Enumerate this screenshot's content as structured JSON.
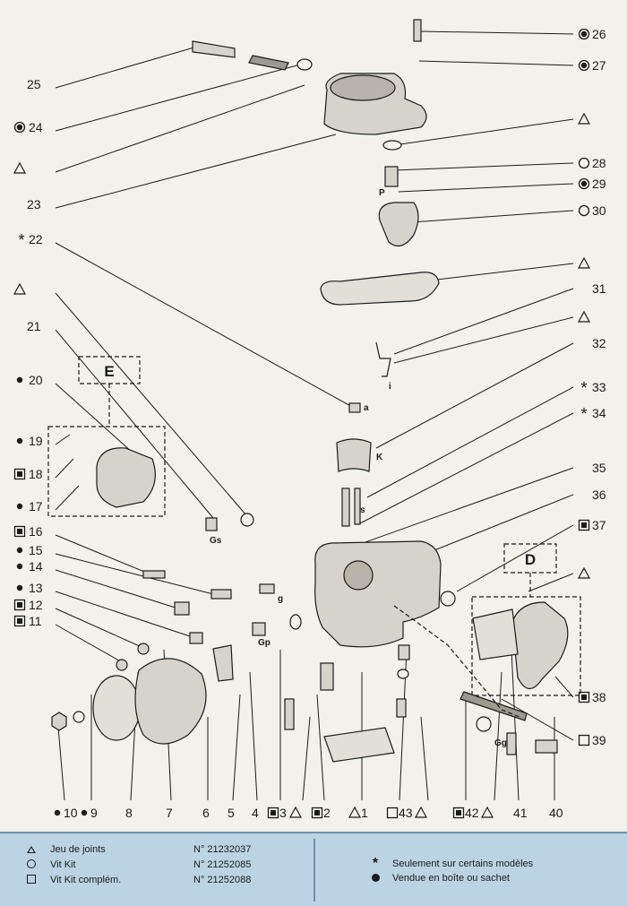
{
  "parts": [
    {
      "num": "26",
      "mark": "dotcircle",
      "side": "right"
    },
    {
      "num": "27",
      "mark": "dotcircle",
      "side": "right"
    },
    {
      "num": "",
      "mark": "triangle",
      "side": "right"
    },
    {
      "num": "28",
      "mark": "circle",
      "side": "right"
    },
    {
      "num": "29",
      "mark": "dotcircle",
      "side": "right"
    },
    {
      "num": "30",
      "mark": "circle",
      "side": "right"
    },
    {
      "num": "",
      "mark": "triangle",
      "side": "right"
    },
    {
      "num": "31",
      "mark": "",
      "side": "right"
    },
    {
      "num": "",
      "mark": "triangle",
      "side": "right"
    },
    {
      "num": "32",
      "mark": "",
      "side": "right"
    },
    {
      "num": "33",
      "mark": "star",
      "side": "right"
    },
    {
      "num": "34",
      "mark": "star",
      "side": "right"
    },
    {
      "num": "35",
      "mark": "",
      "side": "right"
    },
    {
      "num": "36",
      "mark": "",
      "side": "right"
    },
    {
      "num": "37",
      "mark": "dotsquare",
      "side": "right"
    },
    {
      "num": "",
      "mark": "triangle",
      "side": "right"
    },
    {
      "num": "38",
      "mark": "dotsquare",
      "side": "right"
    },
    {
      "num": "39",
      "mark": "square",
      "side": "right"
    },
    {
      "num": "25",
      "mark": "",
      "side": "left"
    },
    {
      "num": "24",
      "mark": "dotcircle",
      "side": "left"
    },
    {
      "num": "",
      "mark": "triangle",
      "side": "left"
    },
    {
      "num": "23",
      "mark": "",
      "side": "left"
    },
    {
      "num": "22",
      "mark": "star",
      "side": "left"
    },
    {
      "num": "",
      "mark": "triangle",
      "side": "left"
    },
    {
      "num": "21",
      "mark": "",
      "side": "left"
    },
    {
      "num": "20",
      "mark": "dot",
      "side": "left"
    },
    {
      "num": "19",
      "mark": "dot",
      "side": "left"
    },
    {
      "num": "18",
      "mark": "dotsquare",
      "side": "left"
    },
    {
      "num": "17",
      "mark": "dot",
      "side": "left"
    },
    {
      "num": "16",
      "mark": "dotsquare",
      "side": "left"
    },
    {
      "num": "15",
      "mark": "dot",
      "side": "left"
    },
    {
      "num": "14",
      "mark": "dot",
      "side": "left"
    },
    {
      "num": "13",
      "mark": "dot",
      "side": "left"
    },
    {
      "num": "12",
      "mark": "dotsquare",
      "side": "left"
    },
    {
      "num": "11",
      "mark": "dotsquare",
      "side": "left"
    }
  ],
  "bottom_labels": [
    {
      "num": "10",
      "mark": "dot"
    },
    {
      "num": "9",
      "mark": "dot"
    },
    {
      "num": "8",
      "mark": ""
    },
    {
      "num": "7",
      "mark": ""
    },
    {
      "num": "6",
      "mark": ""
    },
    {
      "num": "5",
      "mark": ""
    },
    {
      "num": "4",
      "mark": ""
    },
    {
      "num": "3",
      "mark": "dotsquare"
    },
    {
      "num": "",
      "mark": "triangle"
    },
    {
      "num": "2",
      "mark": "dotsquare"
    },
    {
      "num": "1",
      "mark": "triangle"
    },
    {
      "num": "43",
      "mark": "square"
    },
    {
      "num": "",
      "mark": "triangle"
    },
    {
      "num": "42",
      "mark": "dotsquare"
    },
    {
      "num": "",
      "mark": "triangle"
    },
    {
      "num": "41",
      "mark": ""
    },
    {
      "num": "40",
      "mark": ""
    }
  ],
  "inset_labels": [
    "E",
    "D"
  ],
  "part_tags": [
    "P",
    "i",
    "a",
    "K",
    "s",
    "Gs",
    "g",
    "Gp",
    "Gg"
  ],
  "legend": {
    "left": [
      {
        "symbol": "triangle",
        "label": "Jeu de joints",
        "ref": "N° 21232037"
      },
      {
        "symbol": "circle",
        "label": "Vit Kit",
        "ref": "N° 21252085"
      },
      {
        "symbol": "square",
        "label": "Vit Kit complém.",
        "ref": "N° 21252088"
      }
    ],
    "right": [
      {
        "symbol": "star",
        "text": "Seulement sur certains modèles"
      },
      {
        "symbol": "dot",
        "text": "Vendue en boîte ou sachet"
      }
    ]
  },
  "colors": {
    "paper": "#f2f1ec",
    "ink": "#1b1b1b",
    "legend_bg": "#bcd3e4",
    "legend_border": "#6f8fb0"
  }
}
